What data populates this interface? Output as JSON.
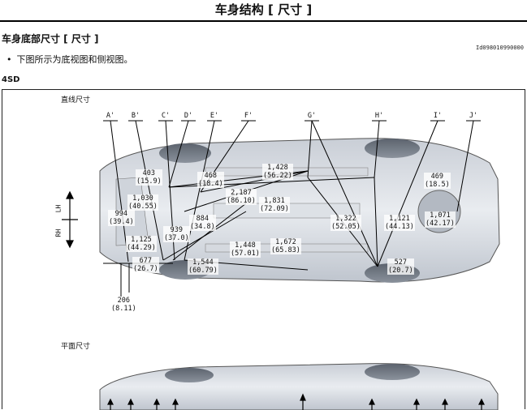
{
  "header": {
    "title": "车身结构 [ 尺寸 ]"
  },
  "section": {
    "heading": "车身底部尺寸 [ 尺寸 ]",
    "doc_id": "Id098010990000",
    "bullet": "下图所示为底视图和侧视图。",
    "variant": "4SD"
  },
  "figure": {
    "view1_label": "直线尺寸",
    "view2_label": "平面尺寸",
    "lh_label": "LH",
    "rh_label": "RH",
    "points": [
      "A'",
      "B'",
      "C'",
      "D'",
      "E'",
      "F'",
      "G'",
      "H'",
      "I'",
      "J'"
    ],
    "dimensions": [
      {
        "id": "d403",
        "value": "403",
        "inch": "(15.9)"
      },
      {
        "id": "d468",
        "value": "468",
        "inch": "(18.4)"
      },
      {
        "id": "d1428",
        "value": "1,428",
        "inch": "(56.22)"
      },
      {
        "id": "d2187",
        "value": "2,187",
        "inch": "(86.10)"
      },
      {
        "id": "d1831",
        "value": "1,831",
        "inch": "(72.09)"
      },
      {
        "id": "d469",
        "value": "469",
        "inch": "(18.5)"
      },
      {
        "id": "d1030",
        "value": "1,030",
        "inch": "(40.55)"
      },
      {
        "id": "d994",
        "value": "994",
        "inch": "(39.4)"
      },
      {
        "id": "d884",
        "value": "884",
        "inch": "(34.8)"
      },
      {
        "id": "d939",
        "value": "939",
        "inch": "(37.0)"
      },
      {
        "id": "d1322",
        "value": "1,322",
        "inch": "(52.05)"
      },
      {
        "id": "d1121",
        "value": "1,121",
        "inch": "(44.13)"
      },
      {
        "id": "d1071",
        "value": "1,071",
        "inch": "(42.17)"
      },
      {
        "id": "d1125",
        "value": "1,125",
        "inch": "(44.29)"
      },
      {
        "id": "d1448",
        "value": "1,448",
        "inch": "(57.01)"
      },
      {
        "id": "d1672",
        "value": "1,672",
        "inch": "(65.83)"
      },
      {
        "id": "d677",
        "value": "677",
        "inch": "(26.7)"
      },
      {
        "id": "d1544",
        "value": "1,544",
        "inch": "(60.79)"
      },
      {
        "id": "d527",
        "value": "527",
        "inch": "(20.7)"
      },
      {
        "id": "d206",
        "value": "206",
        "inch": "(8.11)"
      }
    ]
  }
}
